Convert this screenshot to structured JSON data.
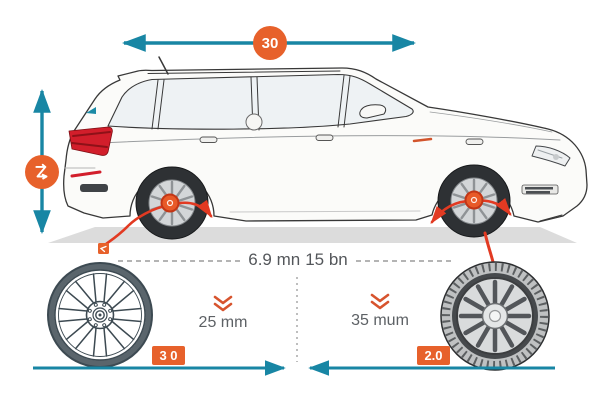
{
  "page": {
    "title": "car-wheel-dimensions-infographic",
    "background": "#ffffff"
  },
  "colors": {
    "dimension_teal": "#1886a4",
    "badge_orange": "#e7612b",
    "annotation_red": "#e23a22",
    "taillight_red": "#d21e2b",
    "text_grey": "#54575b",
    "dash_grey": "#9b9b9b",
    "ground_grey": "#dcdcdc"
  },
  "dimension_arrows": {
    "top_width_badge": "30",
    "bottom_left_badge": "3 0",
    "bottom_right_badge": "2.0"
  },
  "center_measurements": {
    "left": "6.9 mn",
    "right": "15 bn"
  },
  "wheel_callouts": {
    "left": {
      "value": "25 mm"
    },
    "right": {
      "value": "35 mum"
    }
  },
  "icons": {
    "height_badge": "height-measure-icon",
    "depth_callout": "double-chevron-down-icon",
    "hub_marker": "wheel-hub-marker-icon",
    "square_marker": "arrow-square-marker-icon",
    "dimension_arrow": "double-headed-arrow-icon"
  },
  "illustration": {
    "subject": "white-estate-car-side-view",
    "bottom_left": "alloy-wheel-line-drawing",
    "bottom_right": "tire-with-alloy-rim"
  }
}
